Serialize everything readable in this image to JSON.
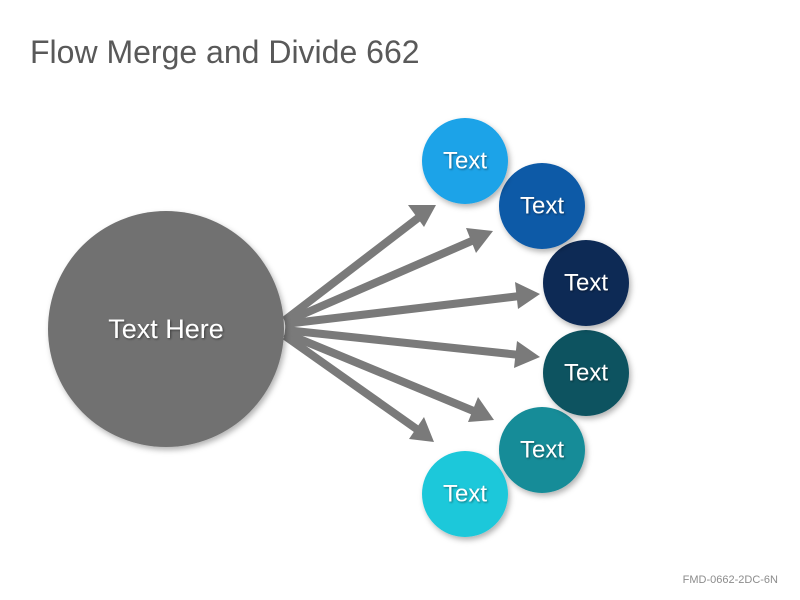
{
  "slide": {
    "title": "Flow Merge and Divide 662",
    "footer_code": "FMD-0662-2DC-6N"
  },
  "hub": {
    "label": "Text Here",
    "color": "#717171"
  },
  "nodes": [
    {
      "label": "Text",
      "color": "#1aa3e8"
    },
    {
      "label": "Text",
      "color": "#0d5aa7"
    },
    {
      "label": "Text",
      "color": "#0b2a55"
    },
    {
      "label": "Text",
      "color": "#0b5260"
    },
    {
      "label": "Text",
      "color": "#178c98"
    },
    {
      "label": "Text",
      "color": "#1ec8da"
    }
  ],
  "arrow_color": "#7a7a7a"
}
